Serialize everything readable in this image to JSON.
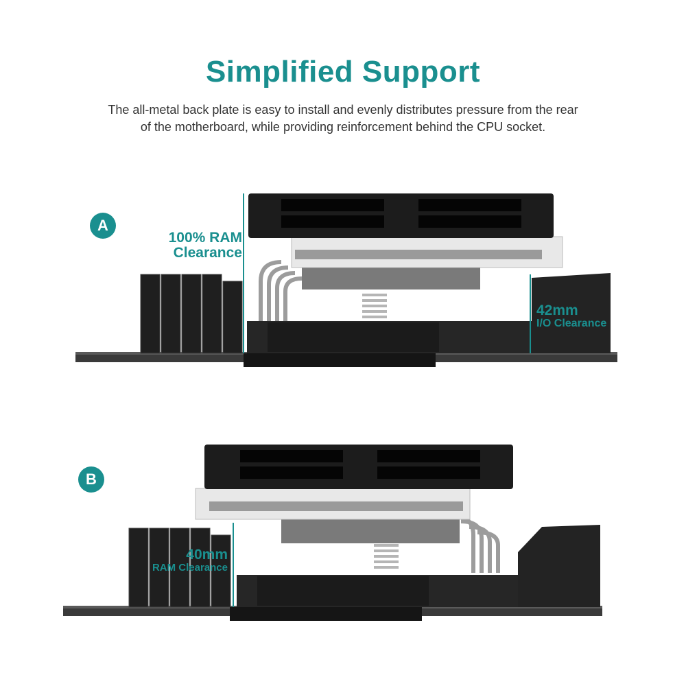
{
  "colors": {
    "accent": "#1a8f8f",
    "dark": "#1e1e1e",
    "metal": "#c9c9c9"
  },
  "header": {
    "title": "Simplified Support",
    "subtitle": "The all-metal back plate is easy to install and evenly distributes pressure from the rear of the motherboard, while providing reinforcement behind the CPU socket."
  },
  "scene_a": {
    "badge": "A",
    "ram_label_line1": "100% RAM",
    "ram_label_line2": "Clearance",
    "io_label_line1": "42mm",
    "io_label_line2": "I/O Clearance"
  },
  "scene_b": {
    "badge": "B",
    "ram_label_line1": "40mm",
    "ram_label_line2": "RAM Clearance"
  }
}
